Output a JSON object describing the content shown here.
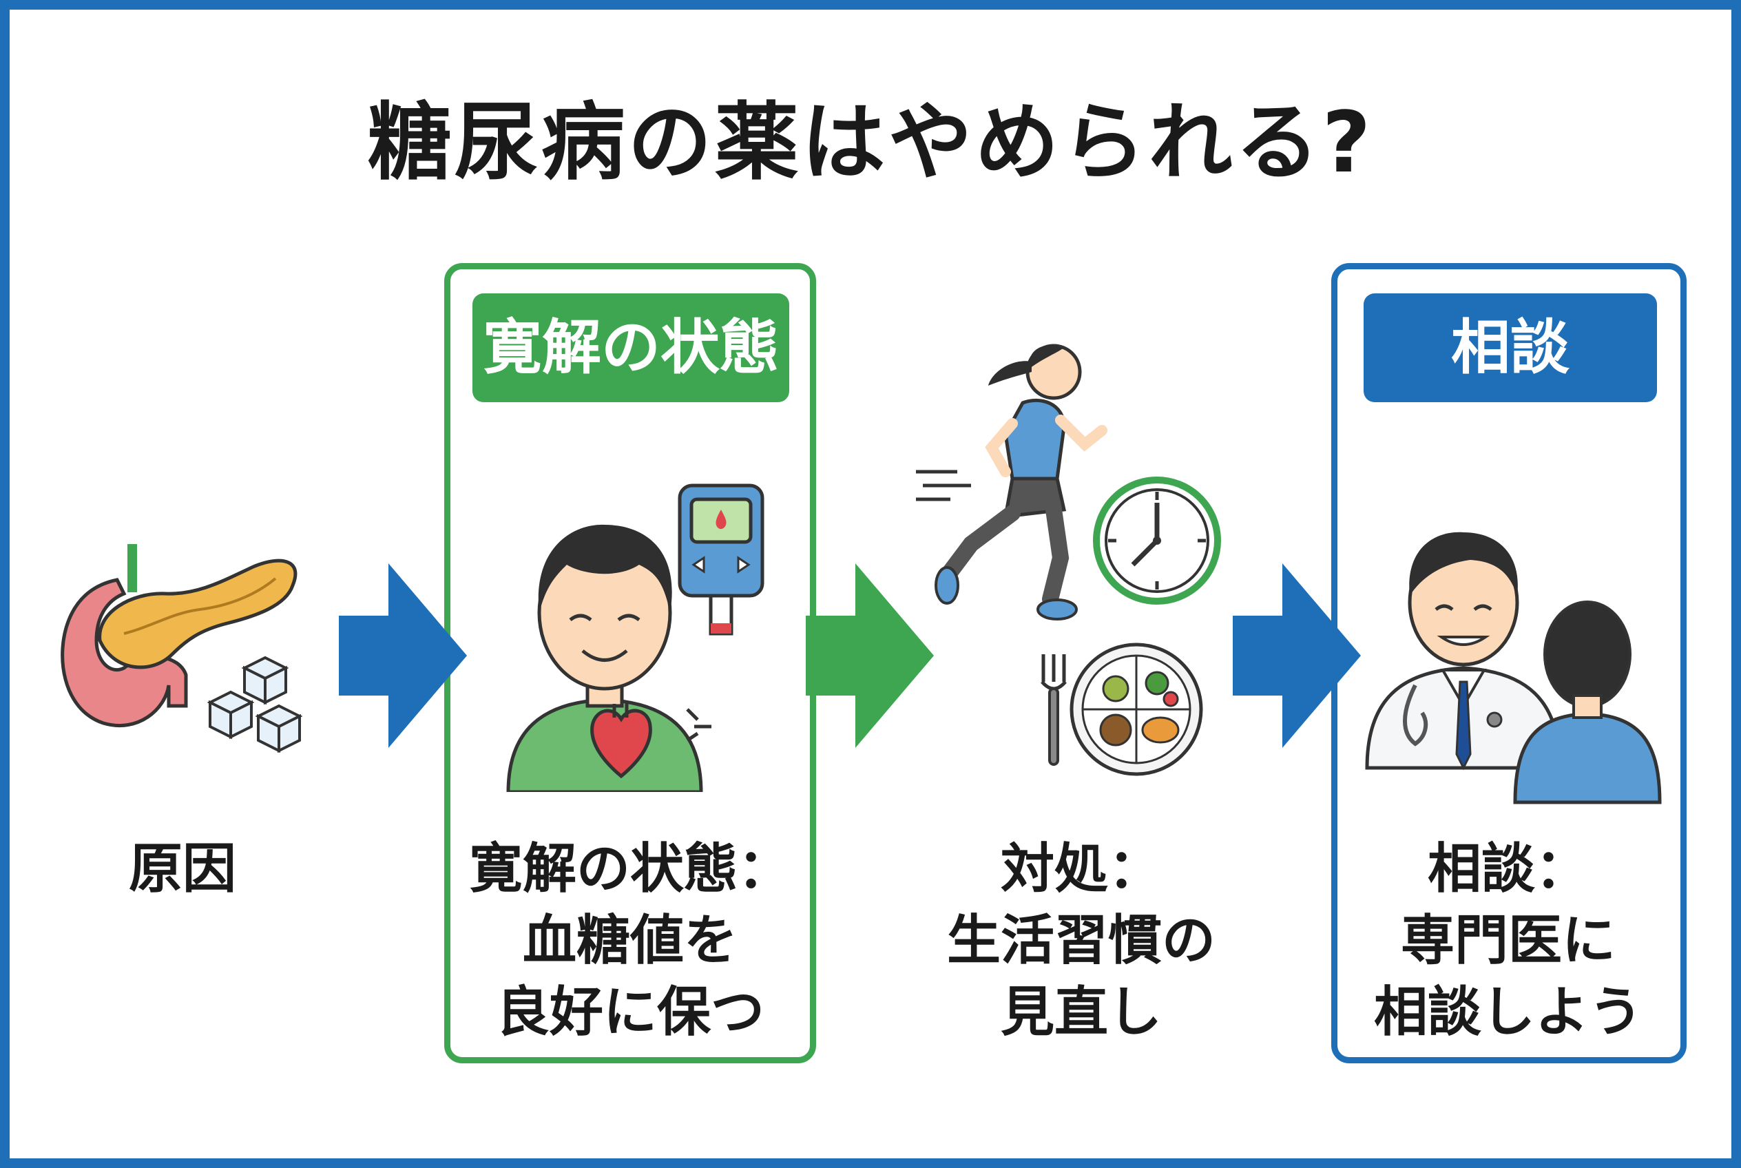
{
  "title": "糖尿病の薬はやめられる?",
  "colors": {
    "frame": "#1e6fb8",
    "green": "#3ea650",
    "blue": "#1e6fb8"
  },
  "steps": [
    {
      "id": "cause",
      "icons": [
        "pancreas-icon",
        "sugar-cubes-icon"
      ],
      "caption": [
        "原因"
      ]
    },
    {
      "id": "remission",
      "badge": "寛解の状態",
      "icons": [
        "smiling-person-icon",
        "heart-icon",
        "glucose-meter-icon"
      ],
      "caption": [
        "寛解の状態：",
        "血糖値を",
        "良好に保つ"
      ]
    },
    {
      "id": "action",
      "icons": [
        "running-woman-icon",
        "clock-icon",
        "fork-icon",
        "meal-plate-icon"
      ],
      "caption": [
        "対処：",
        "生活習慣の",
        "見直し"
      ]
    },
    {
      "id": "consult",
      "badge": "相談",
      "icons": [
        "doctor-icon",
        "patient-icon"
      ],
      "caption": [
        "相談：",
        "専門医に",
        "相談しよう"
      ]
    }
  ]
}
